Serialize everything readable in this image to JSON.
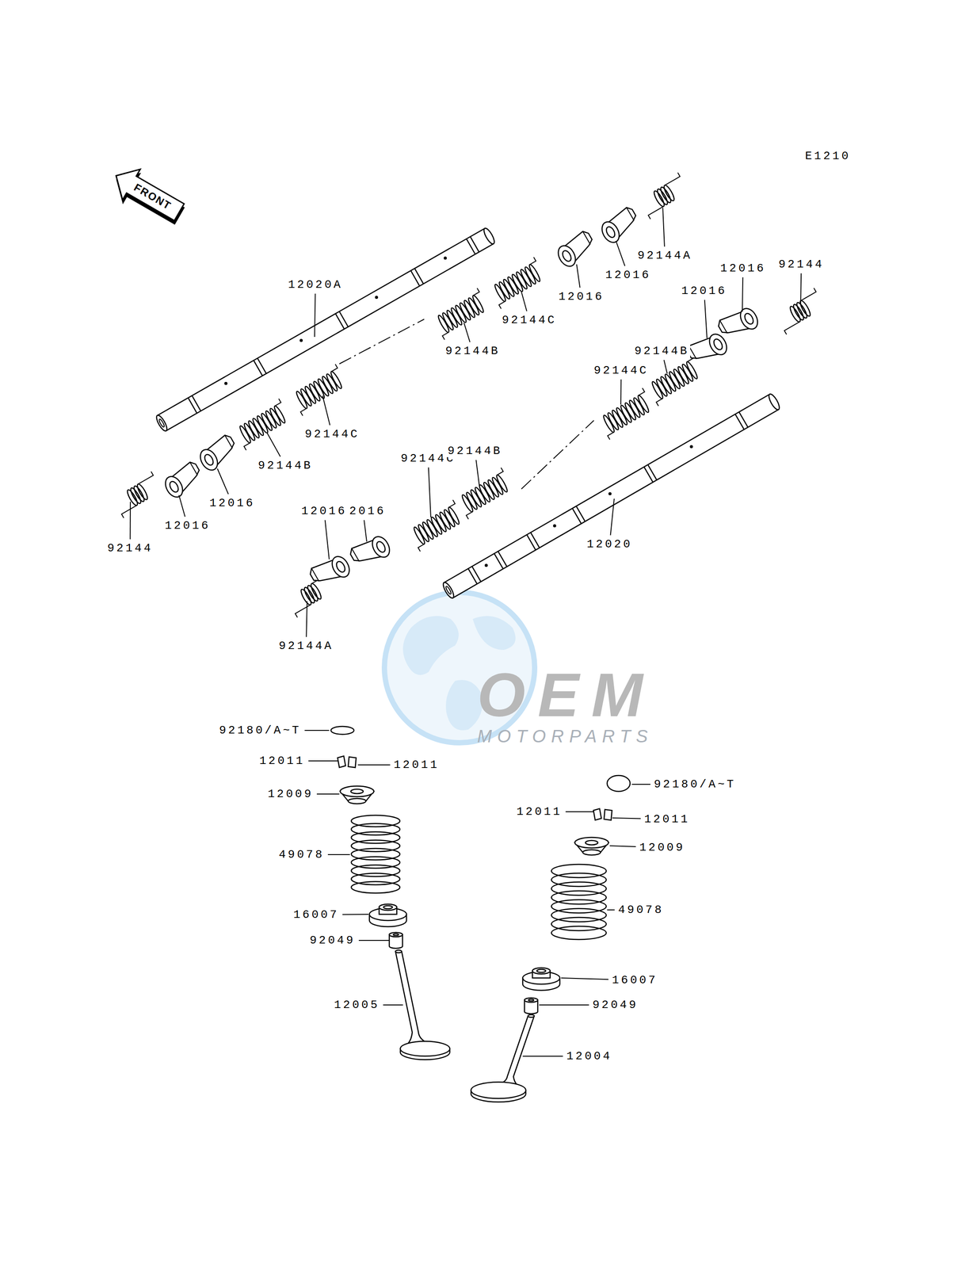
{
  "diagram": {
    "labels": [
      "E1210",
      "FRONT",
      "12020A",
      "92144A",
      "12016",
      "12016",
      "92144C",
      "92144B",
      "12016",
      "92144",
      "12016",
      "92144B",
      "92144C",
      "92144C",
      "92144B",
      "12016",
      "12016",
      "92144",
      "12016",
      "12016",
      "92144C",
      "92144B",
      "12020",
      "92144A",
      "OEM",
      "MOTORPARTS",
      "92180/A~T",
      "12011",
      "12011",
      "12009",
      "49078",
      "16007",
      "92049",
      "12005",
      "92180/A~T",
      "12011",
      "12011",
      "12009",
      "49078",
      "16007",
      "92049",
      "12004"
    ]
  }
}
